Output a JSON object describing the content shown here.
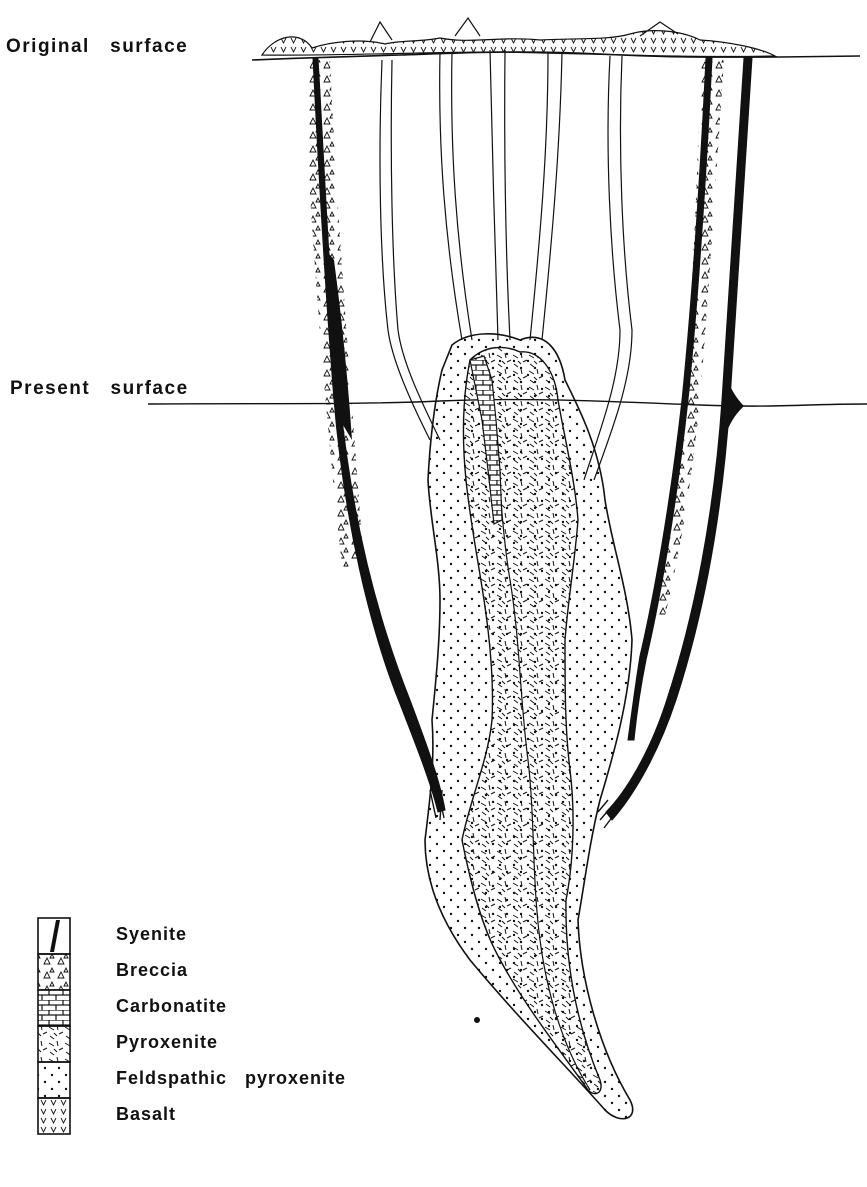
{
  "surfaces": {
    "original": "Original   surface",
    "present": "Present   surface"
  },
  "legend": {
    "items": [
      {
        "key": "syenite",
        "label": "Syenite"
      },
      {
        "key": "breccia",
        "label": "Breccia"
      },
      {
        "key": "carbonatite",
        "label": "Carbonatite"
      },
      {
        "key": "pyroxenite",
        "label": "Pyroxenite"
      },
      {
        "key": "feldspathic",
        "label": "Feldspathic   pyroxenite"
      },
      {
        "key": "basalt",
        "label": "Basalt"
      }
    ]
  }
}
